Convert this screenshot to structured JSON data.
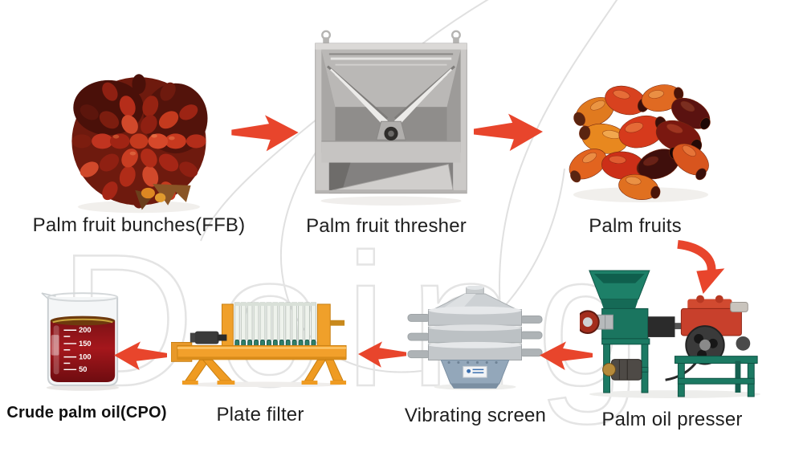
{
  "diagram": {
    "stages": {
      "ffb": {
        "label": "Palm fruit bunches(FFB)"
      },
      "thresher": {
        "label": "Palm fruit thresher"
      },
      "palm_fruits": {
        "label": "Palm fruits"
      },
      "presser": {
        "label": "Palm oil presser"
      },
      "vibrating_screen": {
        "label": "Vibrating screen"
      },
      "plate_filter": {
        "label": "Plate filter"
      },
      "cpo": {
        "label": "Crude palm oil(CPO)"
      }
    },
    "beaker_graduations": [
      "200",
      "150",
      "100",
      "50"
    ],
    "watermark_text": "Doing",
    "arrows": [
      {
        "name": "arrow-ffb-to-thresher",
        "direction": "right"
      },
      {
        "name": "arrow-thresher-to-fruits",
        "direction": "right"
      },
      {
        "name": "arrow-fruits-to-presser",
        "direction": "curved-down"
      },
      {
        "name": "arrow-presser-to-screen",
        "direction": "left"
      },
      {
        "name": "arrow-screen-to-filter",
        "direction": "left"
      },
      {
        "name": "arrow-filter-to-cpo",
        "direction": "left"
      }
    ],
    "colors": {
      "arrow_red": "#e8452c",
      "presser_green": "#1c7a63",
      "engine_red": "#c8402c",
      "filter_orange": "#f2a02b",
      "oil_dark_red": "#8c1016",
      "machine_gray": "#cbc9c7",
      "screen_steel": "#c3c7ca",
      "background": "#ffffff"
    }
  }
}
